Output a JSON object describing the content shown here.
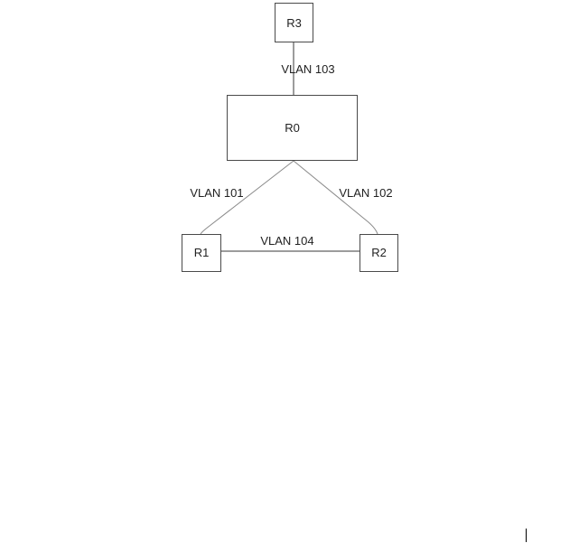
{
  "nodes": {
    "r3": {
      "label": "R3"
    },
    "r0": {
      "label": "R0"
    },
    "r1": {
      "label": "R1"
    },
    "r2": {
      "label": "R2"
    }
  },
  "links": {
    "r3_r0": {
      "label": "VLAN 103"
    },
    "r0_r1": {
      "label": "VLAN 101"
    },
    "r0_r2": {
      "label": "VLAN 102"
    },
    "r1_r2": {
      "label": "VLAN 104"
    }
  },
  "colors": {
    "background": "#ffffff",
    "box_stroke": "#4a4a4a",
    "line": "#8a8a8a",
    "text": "#222222"
  }
}
